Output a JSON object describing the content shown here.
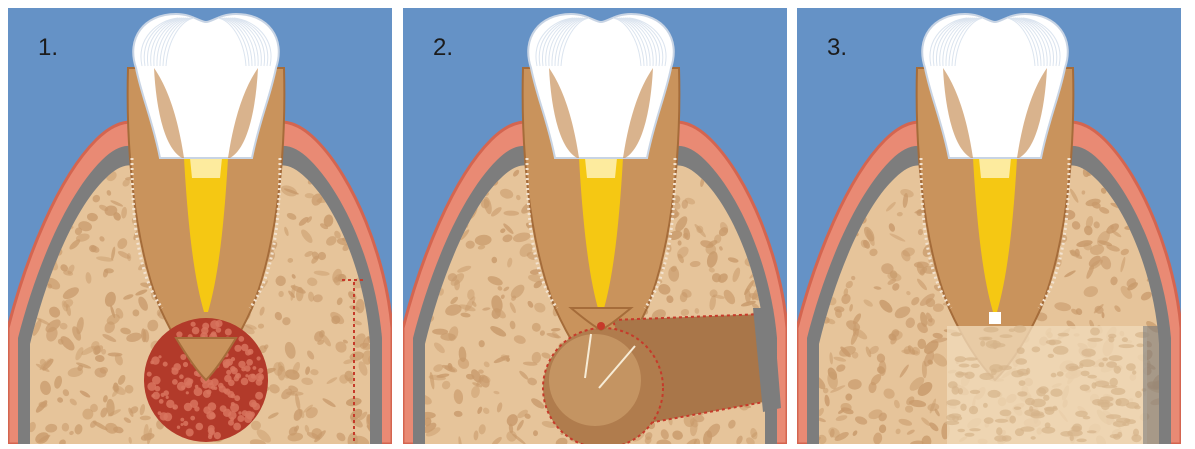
{
  "panels": [
    {
      "label": "1.",
      "stage": "infected"
    },
    {
      "label": "2.",
      "stage": "surgery"
    },
    {
      "label": "3.",
      "stage": "healed"
    }
  ],
  "colors": {
    "background": "#6592c6",
    "gum": "#e98a74",
    "gum_edge": "#d46550",
    "cortex": "#7d7d7d",
    "bone": "#e6c49a",
    "bone_pore": "#c89a6b",
    "root": "#c9935c",
    "root_edge": "#a56c3a",
    "crown": "#ffffff",
    "pulp": "#f5c813",
    "lesion": "#b23a2a",
    "lesion_dot": "#d8745e",
    "flap": "#a97649",
    "regen_bone": "#f0d9b8",
    "suture": "#c63a2a"
  },
  "icons": [
    "tooth-icon",
    "gum-icon",
    "bone-icon",
    "lesion-icon",
    "flap-icon",
    "regenerated-bone-icon"
  ]
}
